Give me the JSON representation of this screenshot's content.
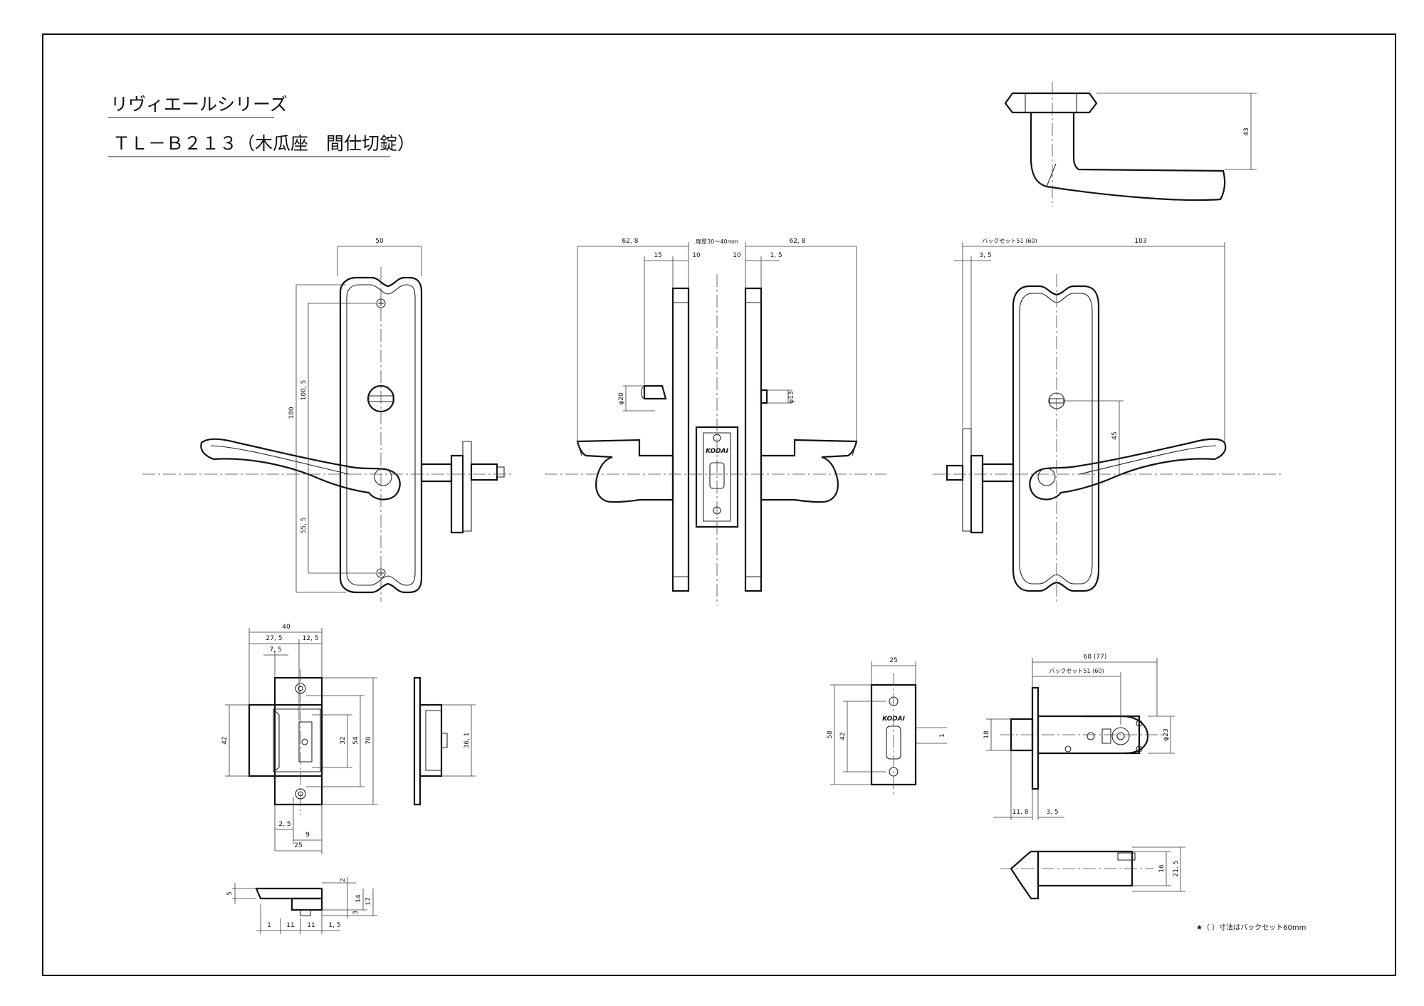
{
  "title": {
    "series": "リヴィエールシリーズ",
    "model": "ＴＬ－Ｂ２１３（木瓜座　間仕切錠）"
  },
  "note": "★（ ）寸法はバックセット60mm",
  "logo": "KODAI",
  "front_view": {
    "width": "50",
    "height": "180",
    "upper": "100, 5",
    "lower": "55, 5"
  },
  "side_view": {
    "left_proj": "62, 8",
    "right_proj": "62, 8",
    "door": "扉厚30〜40mm",
    "left_depth": "15",
    "left_rose": "10",
    "right_rose": "10",
    "right_gap": "1, 5",
    "knob_dia": "φ20",
    "coin_dia": "φ13"
  },
  "back_view": {
    "backset": "バックセット51 (60)",
    "length": "103",
    "latch_offset": "3, 5",
    "height": "45"
  },
  "lever_top": {
    "height": "43"
  },
  "strike": {
    "width_total": "40",
    "w1": "27, 5",
    "w2": "12, 5",
    "w3": "7, 5",
    "h1": "42",
    "h2": "32",
    "h3": "54",
    "h4": "70",
    "b1": "2, 5",
    "b2": "9",
    "b3": "25",
    "depth": "36, 1",
    "thick": "5",
    "t2": "2",
    "t3": "3",
    "t14": "14",
    "t17": "17",
    "s1": "1",
    "s2": "11",
    "s3": "11",
    "s4": "1, 5"
  },
  "faceplate": {
    "width": "25",
    "h1": "58",
    "h2": "42",
    "offset": "1"
  },
  "latch": {
    "total": "68 (77)",
    "backset": "バックセット51 (60)",
    "h1": "18",
    "dia": "φ23",
    "l1": "11, 8",
    "l2": "3, 5",
    "s_h1": "16",
    "s_h2": "21, 5"
  }
}
